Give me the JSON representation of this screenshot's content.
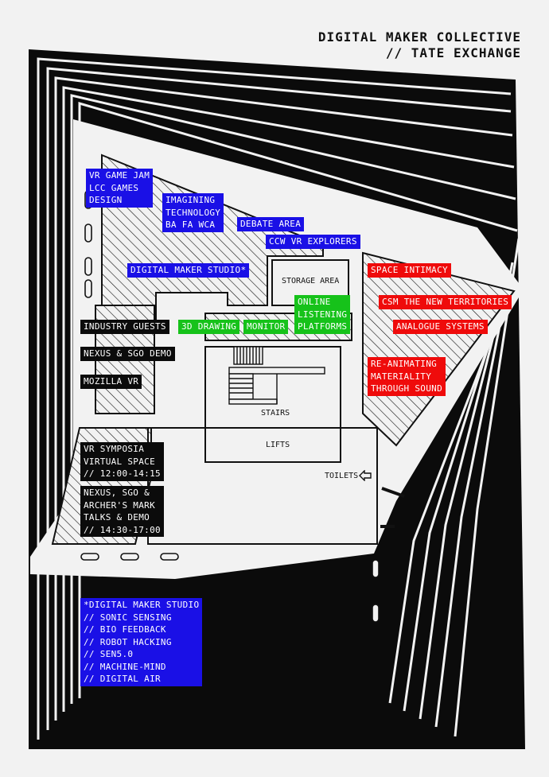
{
  "title": {
    "line1": "DIGITAL MAKER COLLECTIVE",
    "line2": "// TATE EXCHANGE"
  },
  "areas": {
    "vr_game_jam": "VR GAME JAM\nLCC GAMES\nDESIGN",
    "imagining_technology": "IMAGINING\nTECHNOLOGY\nBA FA WCA",
    "debate_area": "DEBATE AREA",
    "ccw_vr_explorers": "CCW VR EXPLORERS",
    "digital_maker_studio": "DIGITAL MAKER STUDIO*",
    "storage_area": "STORAGE AREA",
    "online_listening": "ONLINE\nLISTENING\nPLATFORMS",
    "drawing_3d": "3D DRAWING",
    "monitor": "MONITOR",
    "industry_guests": "INDUSTRY GUESTS",
    "nexus_sgo_demo": "NEXUS & SGO DEMO",
    "mozilla_vr": "MOZILLA VR",
    "space_intimacy": "SPACE INTIMACY",
    "csm_new_territories": "CSM THE NEW TERRITORIES",
    "analogue_systems": "ANALOGUE SYSTEMS",
    "reanimating": "RE-ANIMATING\nMATERIALITY\nTHROUGH SOUND",
    "stairs": "STAIRS",
    "lifts": "LIFTS",
    "toilets": "TOILETS",
    "vr_symposia": "VR SYMPOSIA\nVIRTUAL SPACE\n// 12:00-14:15",
    "nexus_talks": "NEXUS, SGO &\nARCHER'S MARK\nTALKS & DEMO\n// 14:30-17:00"
  },
  "footnote": "*DIGITAL MAKER STUDIO\n// SONIC SENSING\n// BIO FEEDBACK\n// ROBOT HACKING\n// SEN5.0\n// MACHINE-MIND\n// DIGITAL AIR",
  "colors": {
    "blue": "#1a10e6",
    "red": "#ef0b0b",
    "green": "#16c21a",
    "black": "#0b0b0b"
  }
}
